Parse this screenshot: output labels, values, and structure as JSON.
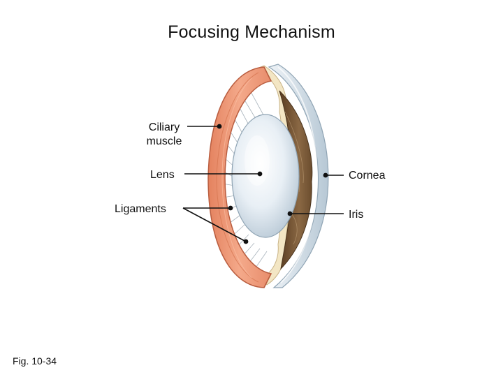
{
  "title": "Focusing Mechanism",
  "labels": {
    "ciliary_line1": "Ciliary",
    "ciliary_line2": "muscle",
    "lens": "Lens",
    "ligaments": "Ligaments",
    "cornea": "Cornea",
    "iris": "Iris"
  },
  "figure_caption": "Fig. 10-34",
  "colors": {
    "ciliary_muscle": "#ef9a78",
    "ciliary_muscle_dark": "#c96a4c",
    "lens": "#e4ecf2",
    "iris": "#7a5a38",
    "sclera": "#f3e6c4",
    "cornea": "#d6e2ea",
    "leader_line": "#111111"
  },
  "icons": [
    "eye-cross-section-illustration"
  ]
}
